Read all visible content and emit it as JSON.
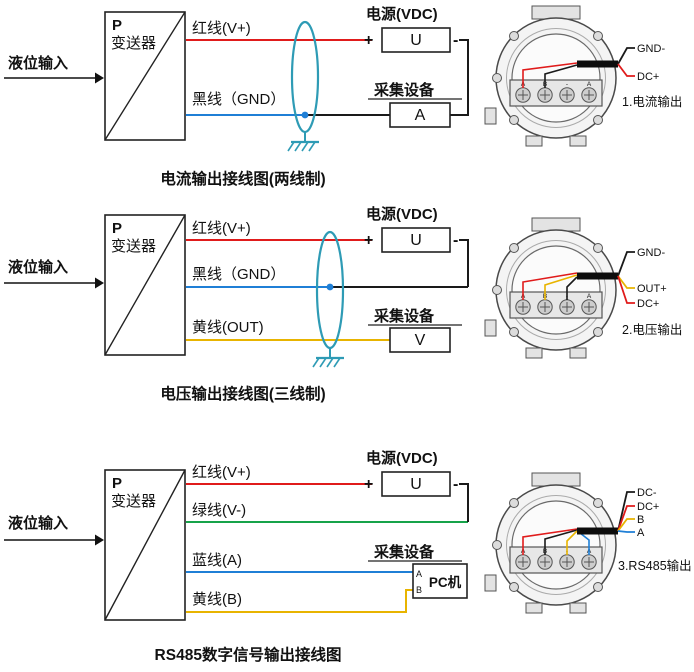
{
  "colors": {
    "red": "#e01b1b",
    "black": "#1a1a1a",
    "blue": "#1f7fd6",
    "green": "#17a34a",
    "yellow": "#e8b400",
    "shield": "#2e9bb5"
  },
  "sections": [
    {
      "input": "液位输入",
      "p": "P",
      "transmitter": "变送器",
      "wire_red": "红线(V+)",
      "wire_black": "黑线（GND）",
      "power": {
        "title": "电源(VDC)",
        "plus": "+",
        "minus": "-",
        "unit": "U"
      },
      "device": {
        "title": "采集设备",
        "unit": "A"
      },
      "caption": "电流输出接线图(两线制)",
      "housing": {
        "terminals": [
          "A",
          "B",
          "-",
          "A"
        ],
        "lead1": "GND-",
        "lead2": "DC+",
        "caption": "1.电流输出"
      }
    },
    {
      "input": "液位输入",
      "p": "P",
      "transmitter": "变送器",
      "wire_red": "红线(V+)",
      "wire_black": "黑线（GND）",
      "wire_yellow": "黄线(OUT)",
      "power": {
        "title": "电源(VDC)",
        "plus": "+",
        "minus": "-",
        "unit": "U"
      },
      "device": {
        "title": "采集设备",
        "unit": "V"
      },
      "caption": "电压输出接线图(三线制)",
      "housing": {
        "terminals": [
          "A",
          "B",
          "-",
          "A"
        ],
        "lead1": "GND-",
        "lead2": "OUT+",
        "lead3": "DC+",
        "caption": "2.电压输出"
      }
    },
    {
      "input": "液位输入",
      "p": "P",
      "transmitter": "变送器",
      "wire_red": "红线(V+)",
      "wire_green": "绿线(V-)",
      "wire_blue": "蓝线(A)",
      "wire_yellow": "黄线(B)",
      "power": {
        "title": "电源(VDC)",
        "plus": "+",
        "minus": "-",
        "unit": "U"
      },
      "device": {
        "title": "采集设备",
        "unit": "PC机",
        "port_a": "A",
        "port_b": "B"
      },
      "caption": "RS485数字信号输出接线图",
      "housing": {
        "terminals": [
          "A",
          "B",
          "-",
          "A"
        ],
        "lead1": "DC-",
        "lead2": "DC+",
        "lead3": "B",
        "lead4": "A",
        "caption": "3.RS485输出"
      }
    }
  ]
}
